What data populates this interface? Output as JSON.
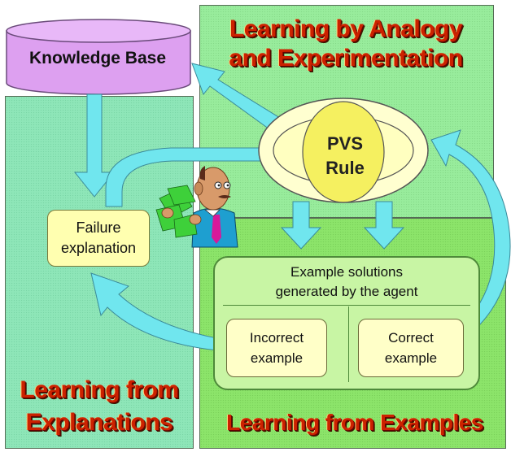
{
  "knowledge_base": {
    "label": "Knowledge Base"
  },
  "pvs_rule": {
    "line1": "PVS",
    "line2": "Rule"
  },
  "failure_explanation": {
    "line1": "Failure",
    "line2": "explanation"
  },
  "example_solutions": {
    "line1": "Example solutions",
    "line2": "generated by the agent"
  },
  "incorrect_example": {
    "line1": "Incorrect",
    "line2": "example"
  },
  "correct_example": {
    "line1": "Correct",
    "line2": "example"
  },
  "regions": {
    "analogy": {
      "line1": "Learning by Analogy",
      "line2": "and Experimentation"
    },
    "explanations": {
      "line1": "Learning from",
      "line2": "Explanations"
    },
    "examples": {
      "line1": "Learning from Examples"
    }
  },
  "colors": {
    "cylinder": "#dda0f0",
    "arrow": "#70e6ee",
    "panel_explanations": "#8ee6b8",
    "panel_analogy": "#98ec9c",
    "panel_examples": "#8ce46a",
    "title_red": "#cc2200"
  }
}
